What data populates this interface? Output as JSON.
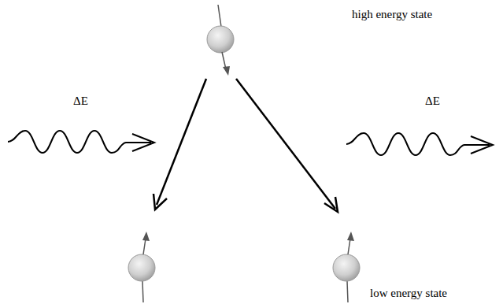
{
  "diagram": {
    "labels": [
      "high energy state",
      "ΔE",
      "ΔE",
      "low energy state"
    ]
  }
}
